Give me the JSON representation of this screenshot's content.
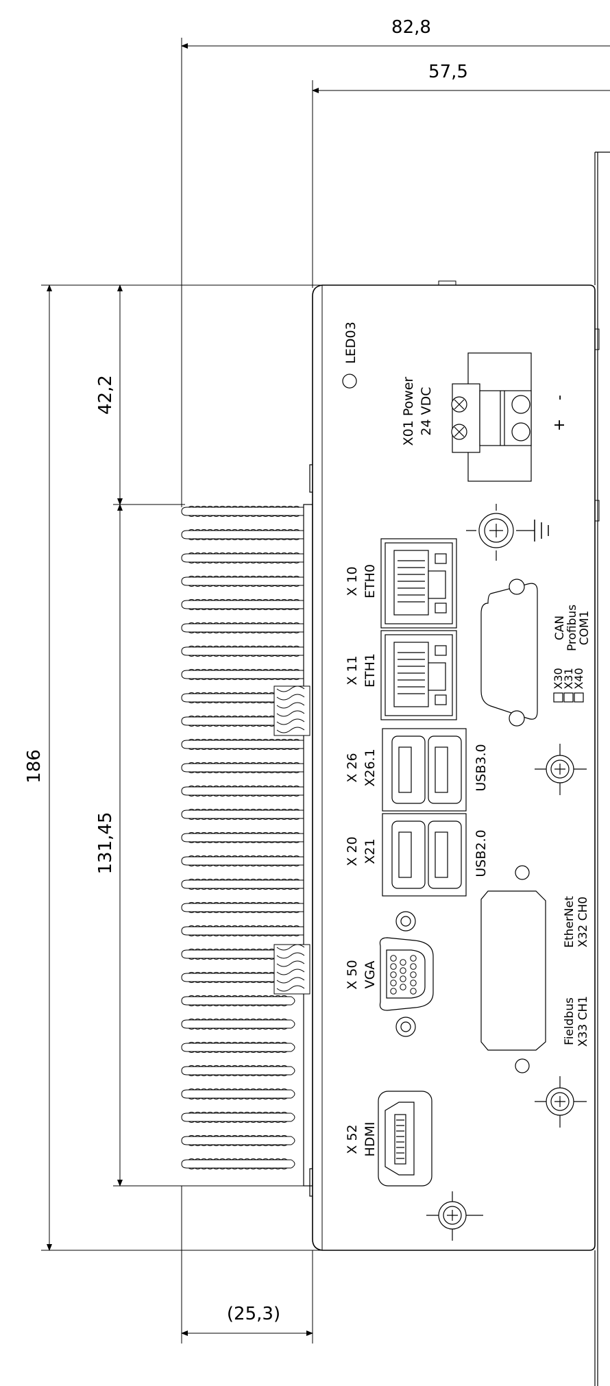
{
  "dimensions": {
    "overall_width": "82,8",
    "front_width": "57,5",
    "overall_height": "186",
    "top_offset": "42,2",
    "fin_height": "131,45",
    "fin_depth": "(25,3)"
  },
  "labels": {
    "led": "LED03",
    "power_line1": "X01  Power",
    "power_line2": "24 VDC",
    "plus": "+",
    "minus": "-",
    "eth0_line1": "X 10",
    "eth0_line2": "ETH0",
    "eth1_line1": "X 11",
    "eth1_line2": "ETH1",
    "usb3_line1": "X 26",
    "usb3_line2": "X26.1",
    "usb3_type": "USB3.0",
    "usb2_line1": "X 20",
    "usb2_line2": "X21",
    "usb2_type": "USB2.0",
    "vga_line1": "X 50",
    "vga_line2": "VGA",
    "hdmi_line1": "X 52",
    "hdmi_line2": "HDMI",
    "can": "CAN",
    "profibus": "Profibus",
    "com1": "COM1",
    "x30": "X30",
    "x31": "X31",
    "x40": "X40",
    "ethernet_line1": "EtherNet",
    "ethernet_line2": "X32  CH0",
    "fieldbus_line1": "Fieldbus",
    "fieldbus_line2": "X33  CH1"
  }
}
